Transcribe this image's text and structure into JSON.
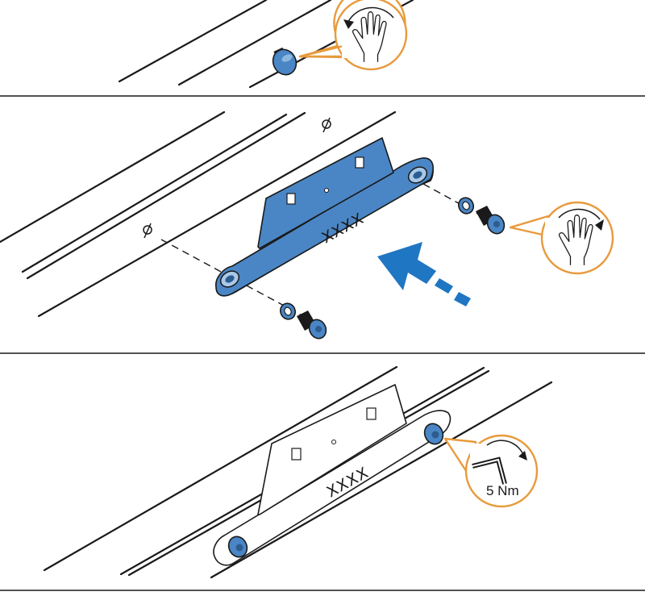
{
  "colors": {
    "accent": "#4a86c5",
    "callout": "#e89a3c",
    "arrow": "#1f76c2",
    "ink": "#1a1a1a"
  },
  "panels": [
    {
      "name": "remove-plug",
      "icons": [
        "hand-rotate-ccw-icon"
      ]
    },
    {
      "name": "mount-bracket",
      "part_label": "XXXX",
      "icons": [
        "hand-rotate-cw-icon",
        "insert-arrow-icon"
      ]
    },
    {
      "name": "tighten-bolts",
      "part_label": "XXXX",
      "icons": [
        "hex-key-icon",
        "rotate-cw-icon"
      ],
      "torque": "5 Nm"
    }
  ]
}
